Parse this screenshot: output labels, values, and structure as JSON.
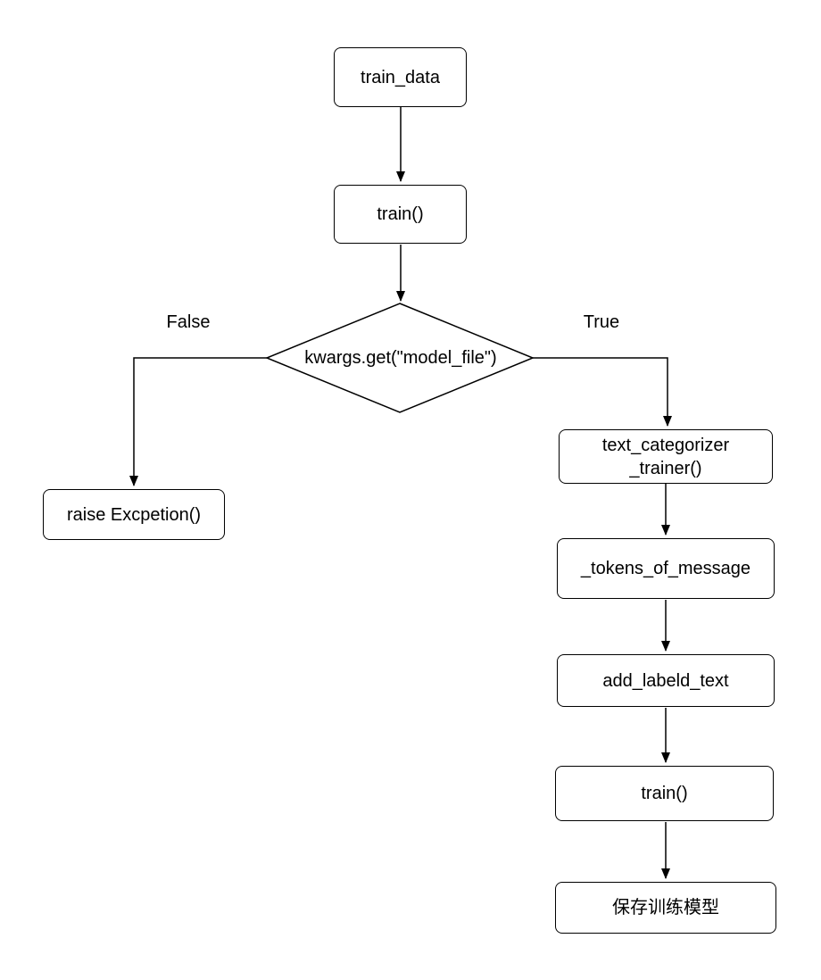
{
  "diagram": {
    "type": "flowchart",
    "nodes": {
      "train_data": {
        "label": "train_data",
        "shape": "rect"
      },
      "train": {
        "label": "train()",
        "shape": "rect"
      },
      "decision": {
        "label": "kwargs.get(\"model_file\")",
        "shape": "diamond"
      },
      "raise_exception": {
        "label": "raise Excpetion()",
        "shape": "rect"
      },
      "text_categorizer_trainer": {
        "label": "text_categorizer\n_trainer()",
        "shape": "rect"
      },
      "tokens_of_message": {
        "label": "_tokens_of_message",
        "shape": "rect"
      },
      "add_labeled_text": {
        "label": "add_labeld_text",
        "shape": "rect"
      },
      "train_2": {
        "label": "train()",
        "shape": "rect"
      },
      "save_model": {
        "label": "保存训练模型",
        "shape": "rect"
      }
    },
    "branch_labels": {
      "false": "False",
      "true": "True"
    },
    "edges": [
      {
        "from": "train_data",
        "to": "train"
      },
      {
        "from": "train",
        "to": "decision"
      },
      {
        "from": "decision",
        "to": "raise_exception",
        "condition": "False"
      },
      {
        "from": "decision",
        "to": "text_categorizer_trainer",
        "condition": "True"
      },
      {
        "from": "text_categorizer_trainer",
        "to": "tokens_of_message"
      },
      {
        "from": "tokens_of_message",
        "to": "add_labeled_text"
      },
      {
        "from": "add_labeled_text",
        "to": "train_2"
      },
      {
        "from": "train_2",
        "to": "save_model"
      }
    ],
    "colors": {
      "stroke": "#000000",
      "node_fill": "#ffffff"
    }
  }
}
